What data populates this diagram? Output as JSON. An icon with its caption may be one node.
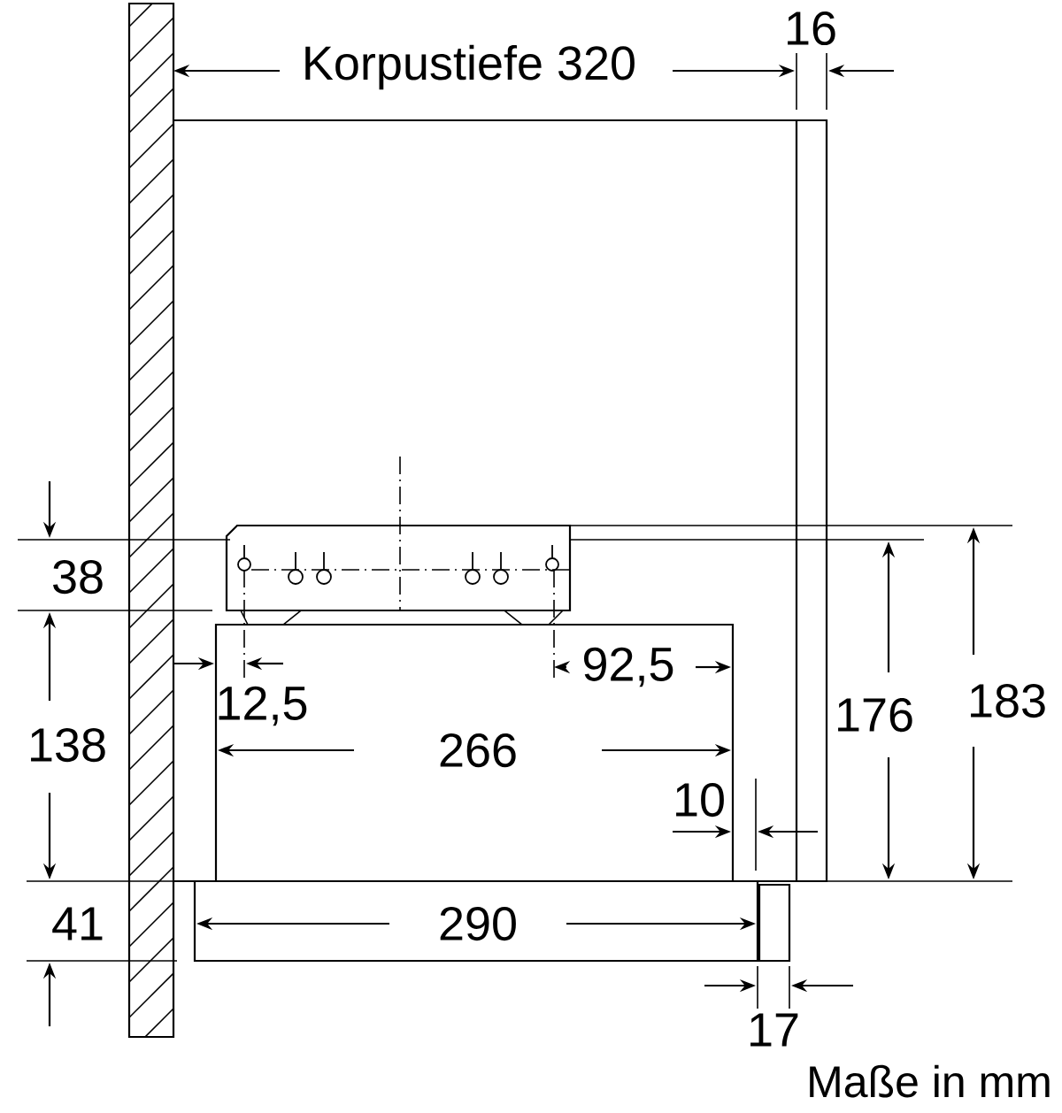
{
  "diagram": {
    "labels": [
      "Korpustiefe 320",
      "16",
      "38",
      "92,5",
      "12,5",
      "176",
      "183",
      "138",
      "266",
      "10",
      "41",
      "290",
      "17",
      "Maße in mm"
    ]
  }
}
